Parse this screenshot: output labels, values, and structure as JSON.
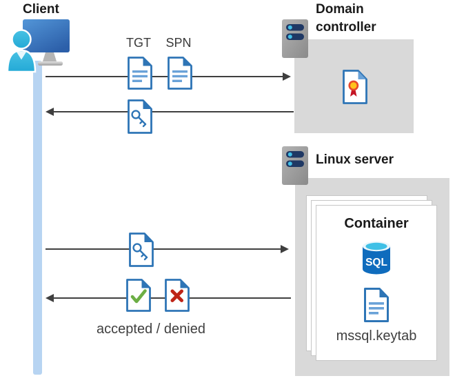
{
  "client": {
    "label": "Client"
  },
  "domain_controller": {
    "label": "Domain controller"
  },
  "linux_server": {
    "label": "Linux server"
  },
  "container": {
    "label": "Container",
    "sql_badge": "SQL",
    "keytab": "mssql.keytab"
  },
  "messages": {
    "tgt": "TGT",
    "spn": "SPN",
    "accepted_denied": "accepted / denied"
  },
  "colors": {
    "doc_blue": "#2e75b6",
    "doc_line_blue": "#6aa2d8",
    "timeline_blue": "#b7d4f2",
    "box_gray": "#d9d9d9",
    "arrow_gray": "#3f3f3f",
    "check_green": "#6cae44",
    "cross_red": "#be2417",
    "seal_red": "#e8492c",
    "seal_gold": "#ffc21c",
    "sql_body_blue": "#0f6cbd",
    "sql_top_cyan": "#3fc0e6",
    "person_cyan": "#2fb9de",
    "monitor_blue_top": "#5396d8",
    "monitor_blue_bottom": "#2c5fa9",
    "server_bar_navy": "#1f3864",
    "server_dot_cyan": "#41c0e8"
  }
}
